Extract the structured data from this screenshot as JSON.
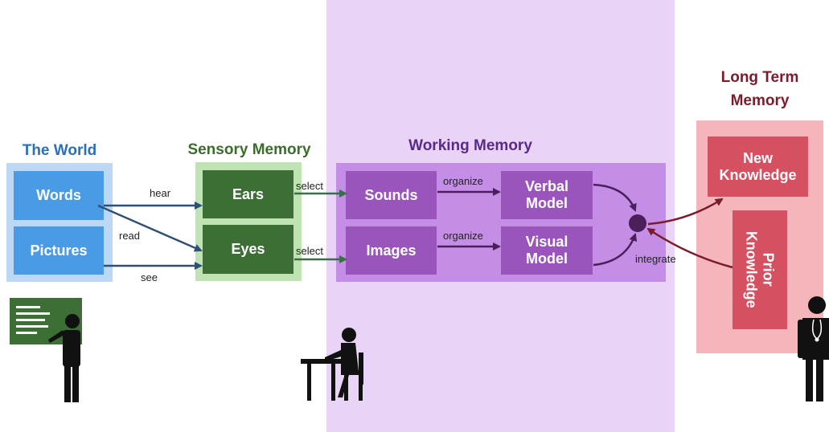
{
  "colors": {
    "world_dark": "#4a9be6",
    "world_light": "#bcd8f5",
    "world_title": "#2a6fb7",
    "sensory_dark": "#3d6e35",
    "sensory_light": "#bfe3b3",
    "sensory_title": "#3b6d2c",
    "working_dark": "#9a55bd",
    "working_mid": "#c48de6",
    "working_band": "#e9d4f7",
    "working_title": "#5a2a86",
    "ltm_dark": "#d55060",
    "ltm_light": "#f4b6bb",
    "ltm_title": "#7b1c2b"
  },
  "world": {
    "title": "The World",
    "items": [
      "Words",
      "Pictures"
    ]
  },
  "sensory": {
    "title": "Sensory Memory",
    "items": [
      "Ears",
      "Eyes"
    ]
  },
  "working": {
    "title": "Working Memory",
    "items": [
      "Sounds",
      "Images",
      "Verbal Model",
      "Visual Model"
    ]
  },
  "long_term": {
    "title": "Long Term Memory",
    "items": [
      "New Knowledge",
      "Prior Knowledge"
    ]
  },
  "edge_labels": {
    "hear": "hear",
    "read": "read",
    "see": "see",
    "select_top": "select",
    "select_bottom": "select",
    "organize_top": "organize",
    "organize_bottom": "organize",
    "integrate": "integrate"
  },
  "icons": [
    "teacher-at-board-icon",
    "student-at-desk-icon",
    "doctor-icon"
  ]
}
